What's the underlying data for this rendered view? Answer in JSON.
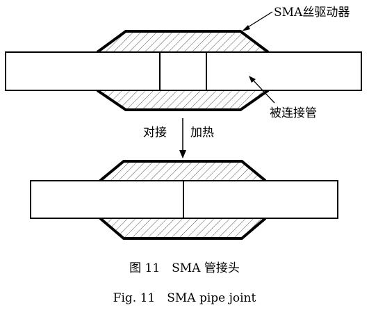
{
  "labels": {
    "sma_actuator": "SMA丝驱动器",
    "connected_pipe": "被连接管",
    "butt_join": "对接",
    "heating": "加热"
  },
  "captions": {
    "cn": "图 11　SMA 管接头",
    "en": "Fig. 11　SMA pipe joint"
  }
}
